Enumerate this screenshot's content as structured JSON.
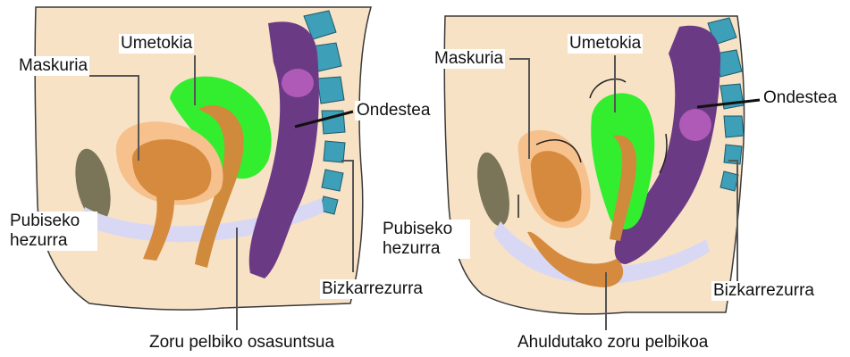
{
  "colors": {
    "skin": "#f7e2c6",
    "outline": "#3a3a3a",
    "bone": "#7a7558",
    "floor": "#d8d8f4",
    "bladder_outer": "#f6c18c",
    "bladder_inner": "#d68a3e",
    "uterus": "#33ee2e",
    "uterus_tube": "#cf8a3c",
    "rectum": "#6b3a85",
    "rectum_spot": "#b05ab8",
    "vertebra": "#3d9fb8",
    "leader": "#555555"
  },
  "left": {
    "labels": {
      "uterus": "Umetokia",
      "bladder": "Maskuria",
      "rectum": "Ondestea",
      "pubic_bone": "Pubiseko hezurra",
      "spine": "Bizkarrezurra",
      "caption": "Zoru pelbiko osasuntsua"
    }
  },
  "right": {
    "labels": {
      "uterus": "Umetokia",
      "bladder": "Maskuria",
      "rectum": "Ondestea",
      "pubic_bone": "Pubiseko hezurra",
      "spine": "Bizkarrezurra",
      "caption": "Ahuldutako zoru pelbikoa"
    }
  }
}
